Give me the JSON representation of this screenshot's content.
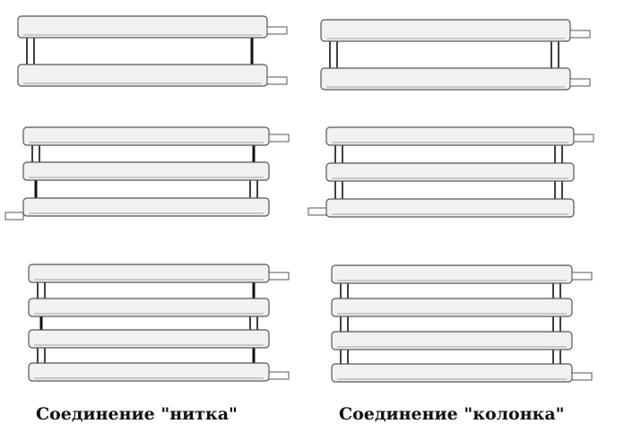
{
  "captions": {
    "serial": "Соединение \"нитка\"",
    "column": "Соединение \"колонка\""
  },
  "colors": {
    "pipe_fill": "#f1f1f1",
    "pipe_stroke": "#555555",
    "pipe_shade": "#c9c9c9",
    "jumper_dark": "#111111",
    "jumper_open": "#ffffff"
  },
  "groups": [
    {
      "scheme": "serial",
      "pipes": 2
    },
    {
      "scheme": "column",
      "pipes": 2
    },
    {
      "scheme": "serial",
      "pipes": 3
    },
    {
      "scheme": "column",
      "pipes": 3
    },
    {
      "scheme": "serial",
      "pipes": 4
    },
    {
      "scheme": "column",
      "pipes": 4
    }
  ]
}
